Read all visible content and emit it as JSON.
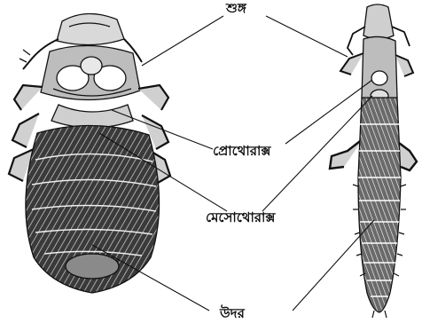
{
  "labels": {
    "antenna": "শুঙ্গ",
    "prothorax": "প্রোথোরাক্স",
    "mesothorax": "মেসোথোরাক্স",
    "abdomen": "উদর"
  },
  "colors": {
    "ink": "#111111",
    "background": "#ffffff",
    "shade_dark": "#1a1a1a",
    "shade_mid": "#555555",
    "shade_light": "#cfcfcf"
  }
}
